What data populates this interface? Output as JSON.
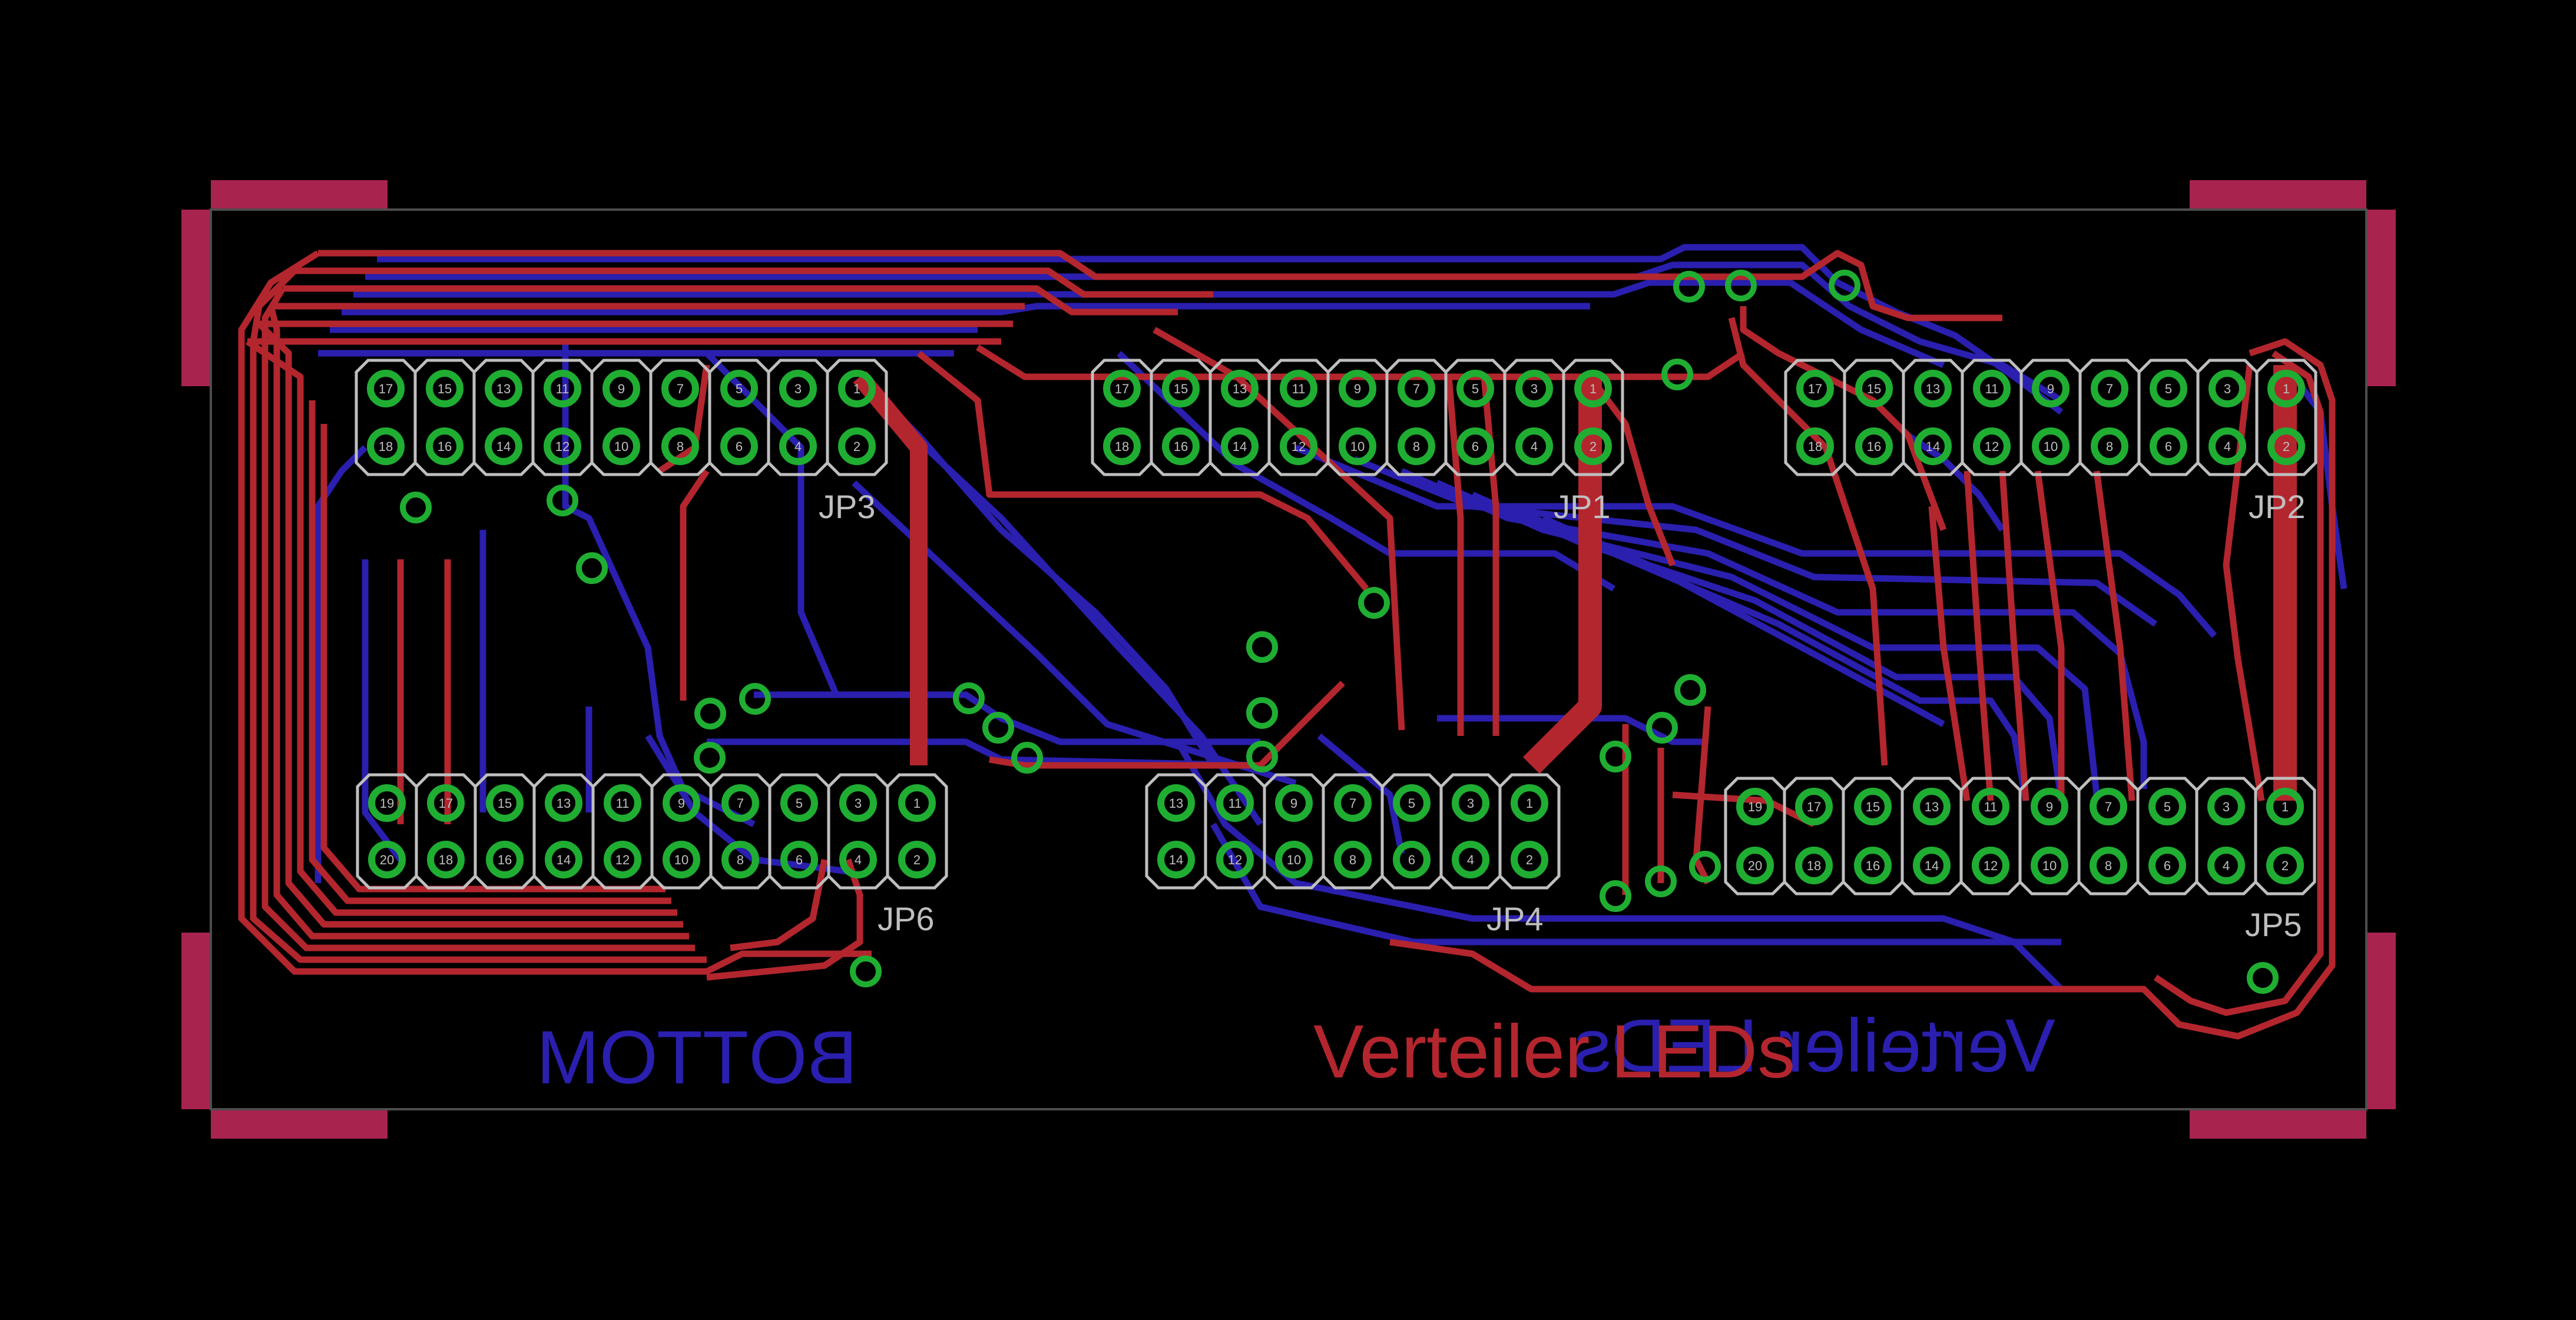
{
  "colors": {
    "background": "#000000",
    "top_layer": "#b3262e",
    "bottom_layer": "#2a1fae",
    "via": "#1fae32",
    "silkscreen": "#bfbfbf",
    "outline": "#4d4d4d",
    "corner_marks": "#a8234e"
  },
  "text": {
    "bottom_label": "BOTTOM",
    "top_label": "Verteiler LEDs",
    "bottom_label_mirrored": "Verteiler LEDs"
  },
  "connectors": [
    {
      "name": "JP3",
      "pins": [
        "1",
        "2",
        "3",
        "4",
        "5",
        "6",
        "7",
        "8",
        "9",
        "10",
        "11",
        "12",
        "13",
        "14",
        "15",
        "16",
        "17",
        "18"
      ]
    },
    {
      "name": "JP1",
      "pins": [
        "1",
        "2",
        "3",
        "4",
        "5",
        "6",
        "7",
        "8",
        "9",
        "10",
        "11",
        "12",
        "13",
        "14",
        "15",
        "16",
        "17",
        "18"
      ]
    },
    {
      "name": "JP2",
      "pins": [
        "1",
        "2",
        "3",
        "4",
        "5",
        "6",
        "7",
        "8",
        "9",
        "10",
        "11",
        "12",
        "13",
        "14",
        "15",
        "16",
        "17",
        "18"
      ]
    },
    {
      "name": "JP6",
      "pins": [
        "1",
        "2",
        "3",
        "5",
        "7",
        "9",
        "11",
        "13",
        "15",
        "17",
        "19",
        "4",
        "6",
        "8",
        "10",
        "12",
        "14",
        "16",
        "18",
        "20"
      ]
    },
    {
      "name": "JP4",
      "pins": [
        "1",
        "2",
        "3",
        "5",
        "7",
        "9",
        "11",
        "13",
        "4",
        "6",
        "8",
        "10",
        "12",
        "14"
      ]
    },
    {
      "name": "JP5",
      "pins": [
        "1",
        "2",
        "3",
        "5",
        "7",
        "9",
        "11",
        "13",
        "15",
        "17",
        "19",
        "4",
        "6",
        "8",
        "10",
        "12",
        "14",
        "16",
        "18",
        "20"
      ]
    }
  ]
}
